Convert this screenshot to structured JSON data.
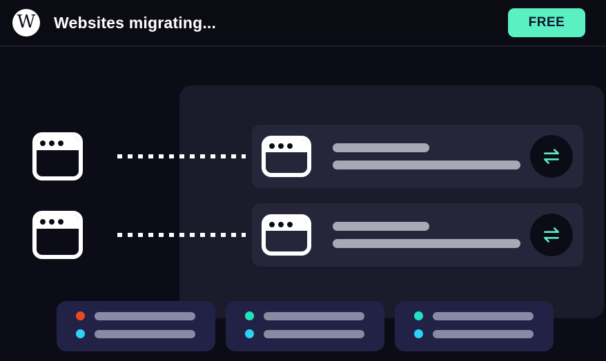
{
  "header": {
    "logo_letter": "W",
    "logo_icon": "wordpress-logo-icon",
    "title": "Websites migrating...",
    "badge_label": "FREE"
  },
  "colors": {
    "accent_mint": "#5BF0C1",
    "badge_text": "#0E1330",
    "background": "#0C0C16",
    "panel": "#1B1B2C",
    "card": "#26263A",
    "status_card": "#222246",
    "skeleton_light": "#A9A9B6",
    "skeleton_muted": "#8A8AA4",
    "dot_orange": "#E84A1F",
    "dot_cyan": "#2BD4F5",
    "dot_teal": "#1FE3BC",
    "connector_white": "#FFFFFF"
  },
  "migration_panel": {
    "rows": [
      {
        "source_icon": "browser-window-icon",
        "target_icon": "browser-window-icon",
        "connector": "dotted-line",
        "action_icon": "transfer-arrows-icon",
        "skeleton_lines": 2
      },
      {
        "source_icon": "browser-window-icon",
        "target_icon": "browser-window-icon",
        "connector": "dotted-line",
        "action_icon": "transfer-arrows-icon",
        "skeleton_lines": 2
      }
    ]
  },
  "status_cards": [
    {
      "dots": [
        "#E84A1F",
        "#2BD4F5"
      ],
      "skeleton_lines": 2
    },
    {
      "dots": [
        "#1FE3BC",
        "#2BD4F5"
      ],
      "skeleton_lines": 2
    },
    {
      "dots": [
        "#1FE3BC",
        "#2BD4F5"
      ],
      "skeleton_lines": 2
    }
  ]
}
